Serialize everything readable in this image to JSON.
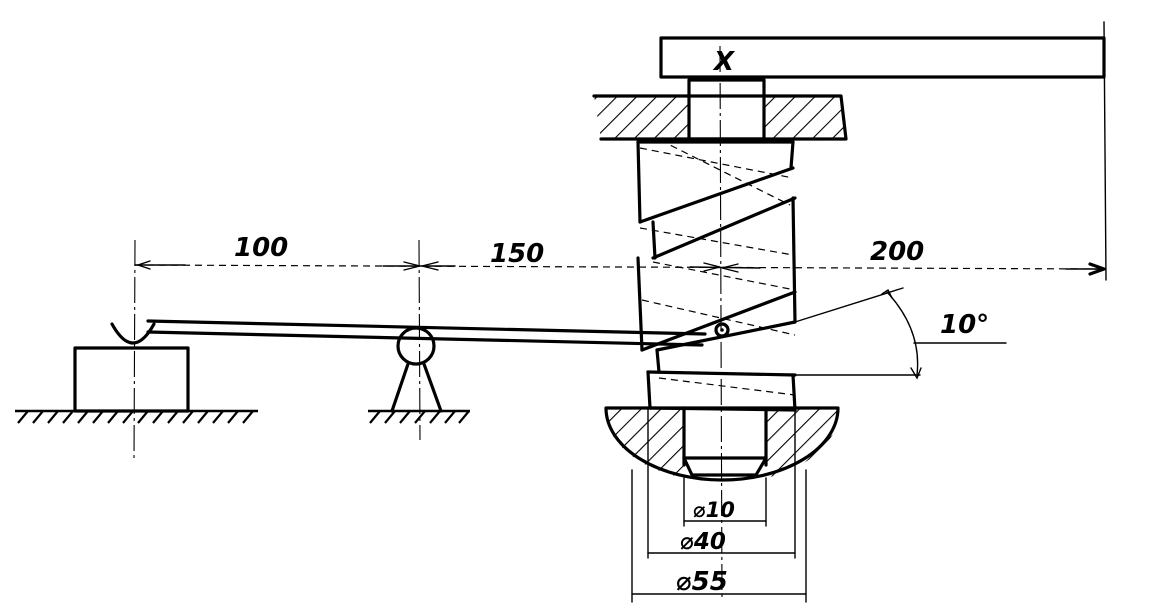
{
  "labels": {
    "top_mark": "X",
    "dim_100": "100",
    "dim_150": "150",
    "dim_200": "200",
    "angle": "10°",
    "dia_10": "⌀10",
    "dia_40": "⌀40",
    "dia_55": "⌀55"
  },
  "colors": {
    "line": "#000000",
    "background": "#ffffff"
  }
}
